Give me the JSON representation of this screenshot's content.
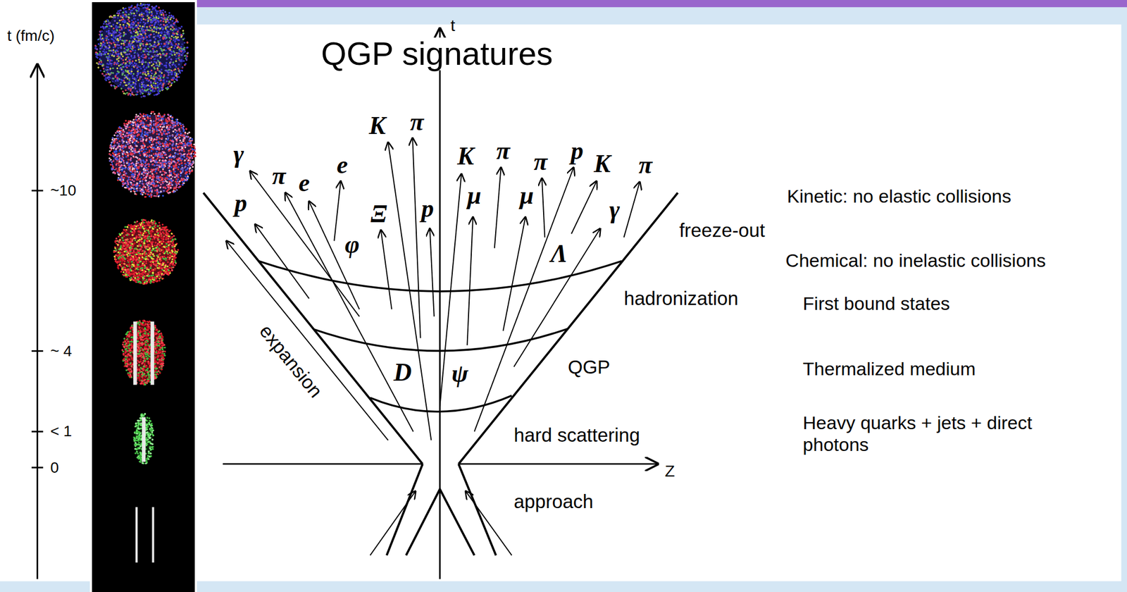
{
  "diagram": {
    "title": "QGP signatures",
    "labels": [
      "t (fm/c)",
      "t",
      "γ",
      "K",
      "π",
      "π",
      "e",
      "e",
      "K",
      "π",
      "π",
      "p",
      "K",
      "π",
      "~10",
      "p",
      "Ξ",
      "p",
      "μ",
      "μ",
      "γ",
      "Kinetic: no elastic collisions",
      "freeze-out",
      "φ",
      "Λ",
      "Chemical: no inelastic collisions",
      "hadronization",
      "First bound states",
      "~ 4",
      "D",
      "ψ",
      "QGP",
      "Thermalized medium",
      "expansion",
      "< 1",
      "hard scattering",
      "Heavy quarks + jets + direct photons",
      "0",
      "Z",
      "approach"
    ]
  }
}
